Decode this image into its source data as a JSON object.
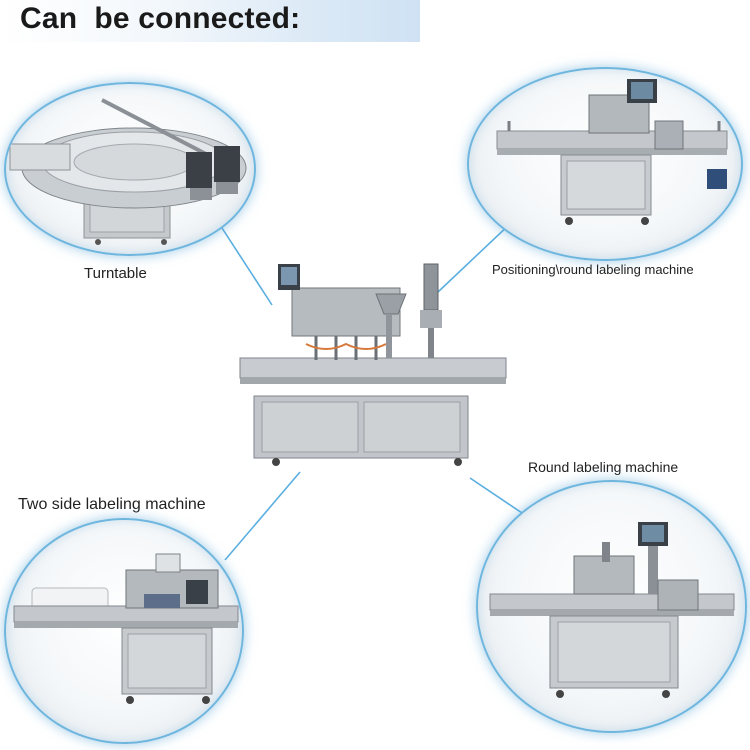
{
  "header": {
    "title": "Can  be connected:"
  },
  "labels": {
    "turntable": "Turntable",
    "positioning": "Positioning\\round labeling machine",
    "round": "Round labeling machine",
    "two_side": "Two side labeling machine"
  },
  "colors": {
    "connector": "#5aaee0",
    "steel": "#b9bdc1",
    "panel": "#3a4048"
  }
}
